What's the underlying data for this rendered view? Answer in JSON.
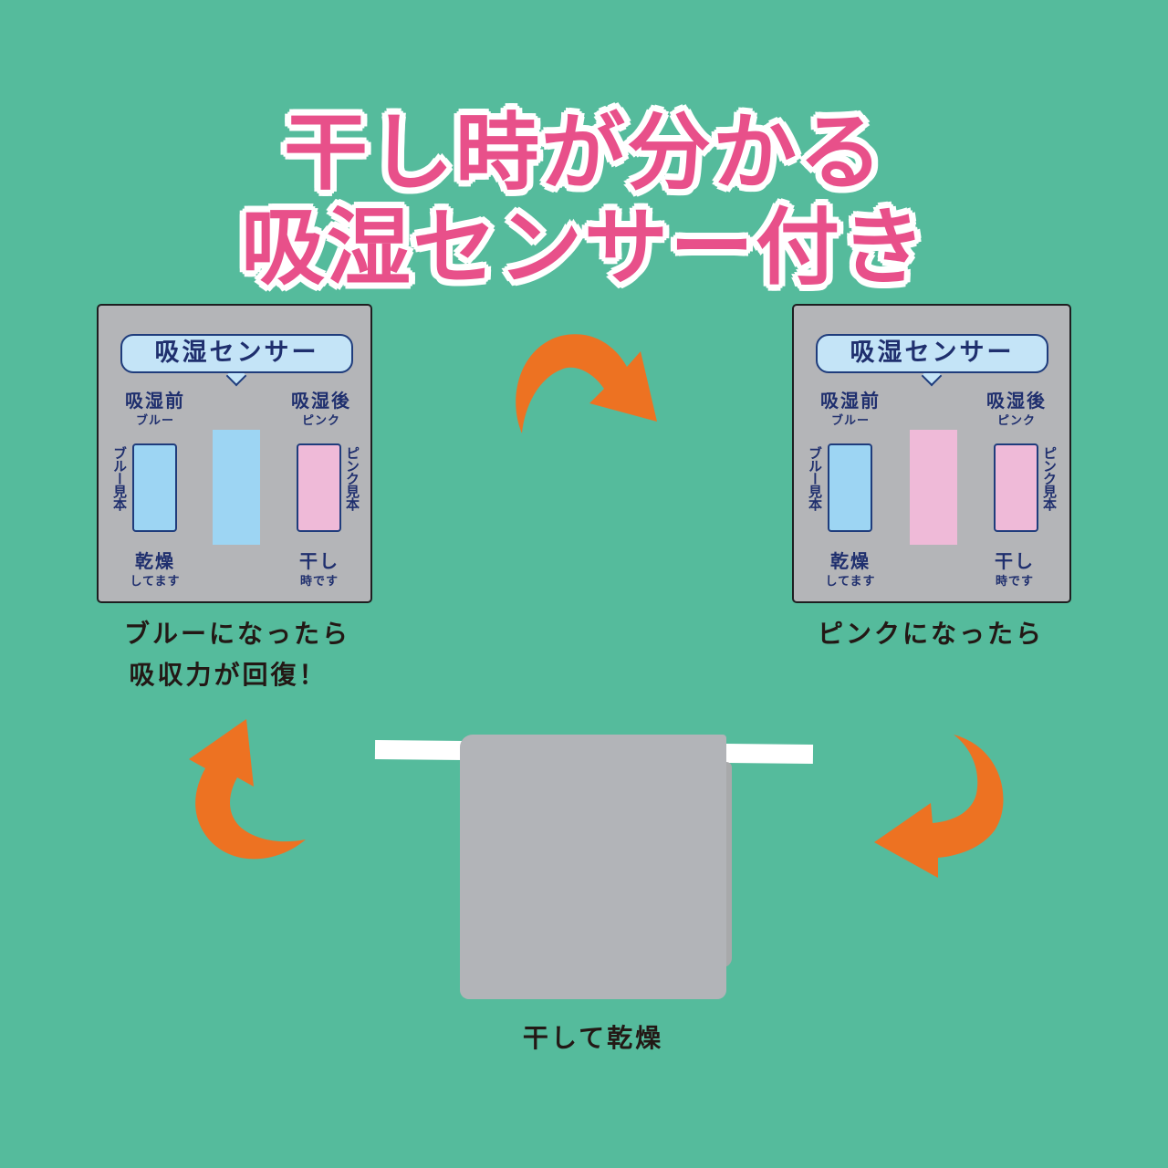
{
  "headline": {
    "line1": "干し時が分かる",
    "line2": "吸湿センサー付き"
  },
  "colors": {
    "background": "#55bb9c",
    "headline": "#e8508a",
    "arrow": "#ed7222",
    "card": "#b4b5b8",
    "blue": "#9dd5f3",
    "pink": "#efbad8",
    "towel": "#b2b4b8",
    "navy_text": "#1f2f6e"
  },
  "sensor_cards": [
    {
      "state": "blue",
      "title": "吸湿センサー",
      "before_label": "吸湿前",
      "before_sub": "ブルー",
      "after_label": "吸湿後",
      "after_sub": "ピンク",
      "left_sample_label": "ブルー見本",
      "right_sample_label": "ピンク見本",
      "bottom_left_label": "乾燥",
      "bottom_left_sub": "してます",
      "bottom_right_label": "干し",
      "bottom_right_sub": "時です",
      "caption_line1": "ブルーになったら",
      "caption_line2": "吸収力が回復！"
    },
    {
      "state": "pink",
      "title": "吸湿センサー",
      "before_label": "吸湿前",
      "before_sub": "ブルー",
      "after_label": "吸湿後",
      "after_sub": "ピンク",
      "left_sample_label": "ブルー見本",
      "right_sample_label": "ピンク見本",
      "bottom_left_label": "乾燥",
      "bottom_left_sub": "してます",
      "bottom_right_label": "干し",
      "bottom_right_sub": "時です",
      "caption_line1": "ピンクになったら"
    }
  ],
  "towel": {
    "caption": "干して乾燥"
  },
  "arrows": [
    {
      "name": "top-arrow",
      "direction": "clockwise-right"
    },
    {
      "name": "right-arrow",
      "direction": "clockwise-down-left"
    },
    {
      "name": "left-arrow",
      "direction": "clockwise-up"
    }
  ]
}
